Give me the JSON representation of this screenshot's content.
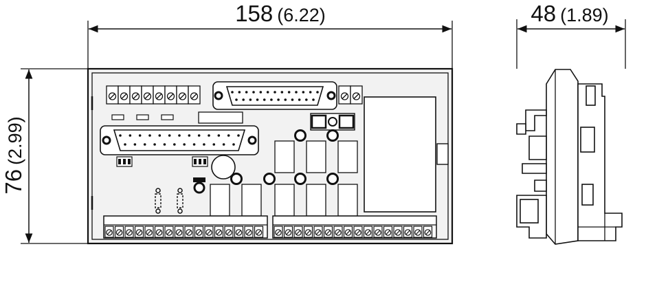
{
  "dimensions": {
    "width": {
      "value": "158",
      "inch": "(6.22)"
    },
    "depth": {
      "value": "48",
      "inch": "(1.89)"
    },
    "height": {
      "value": "76",
      "inch": "(2.99)"
    }
  },
  "colors": {
    "line": "#111111",
    "fill": "#f2f2f2",
    "background": "#ffffff"
  }
}
